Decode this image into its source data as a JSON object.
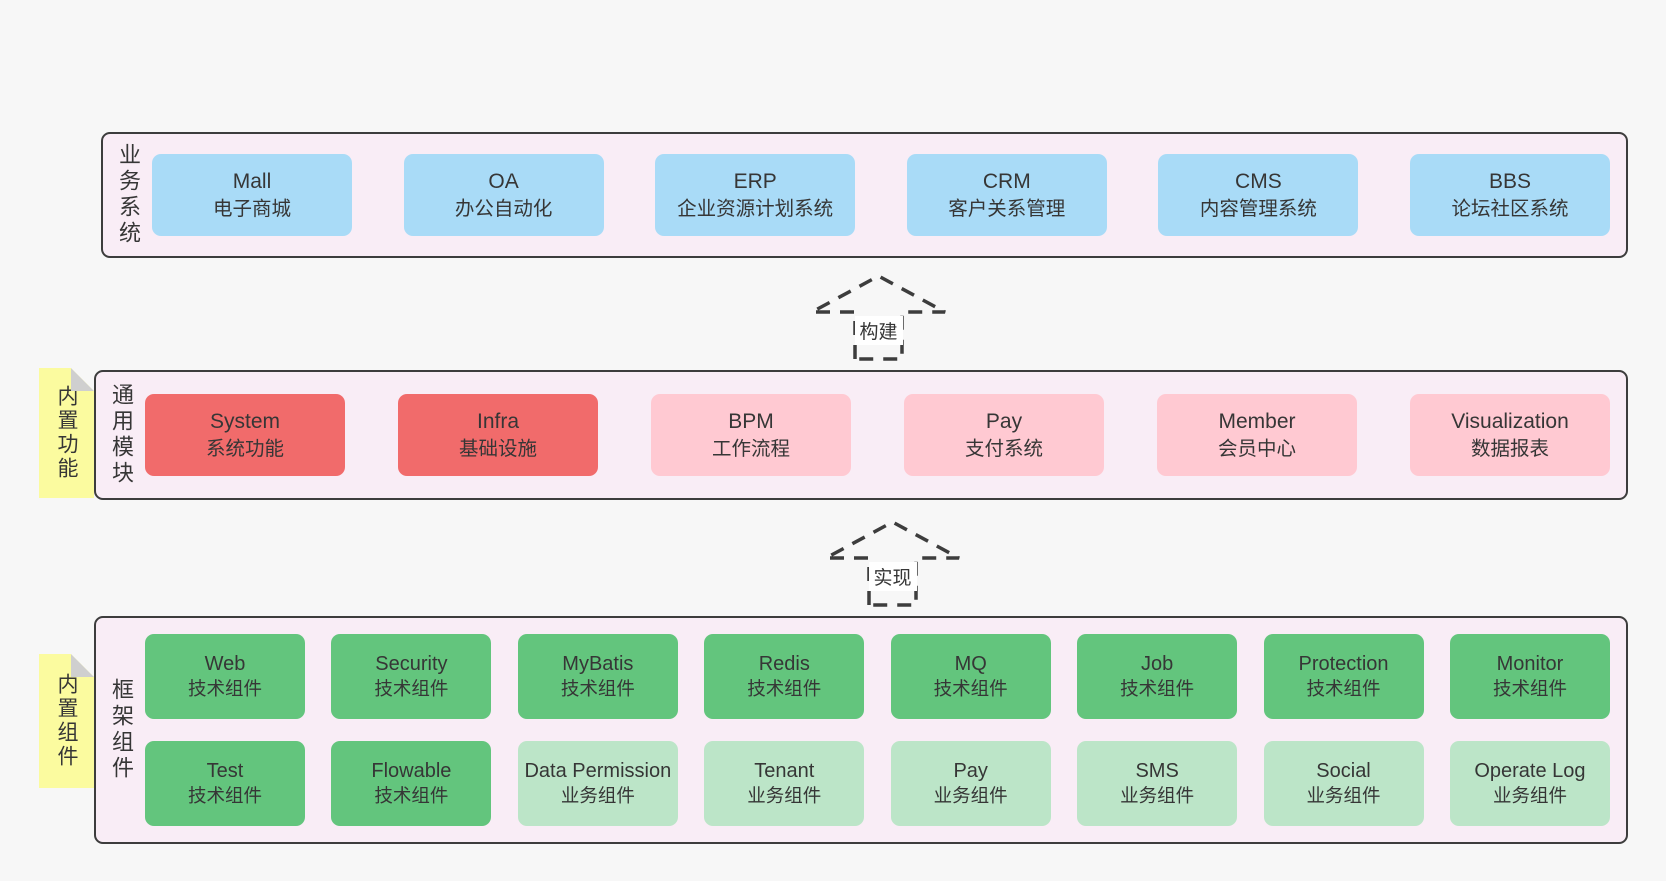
{
  "colors": {
    "page_bg": "#f7f7f7",
    "container_bg": "#f9edf6",
    "container_border": "#3d3d3d",
    "blue": "#a9dbf7",
    "red": "#f16b6b",
    "pink": "#ffc9d2",
    "green": "#63c57d",
    "light_green": "#bce5c8",
    "yellow": "#fbfb9f",
    "fold_gray": "#cfcfcf",
    "text": "#363636",
    "arrow_stroke": "#3d3d3d",
    "arrow_label_bg": "#ffffff"
  },
  "layers": [
    {
      "name": "business-systems",
      "side_label": "业务系统",
      "tab_label": null,
      "boxes": [
        {
          "title": "Mall",
          "subtitle": "电子商城",
          "variant": "blue"
        },
        {
          "title": "OA",
          "subtitle": "办公自动化",
          "variant": "blue"
        },
        {
          "title": "ERP",
          "subtitle": "企业资源计划系统",
          "variant": "blue"
        },
        {
          "title": "CRM",
          "subtitle": "客户关系管理",
          "variant": "blue"
        },
        {
          "title": "CMS",
          "subtitle": "内容管理系统",
          "variant": "blue"
        },
        {
          "title": "BBS",
          "subtitle": "论坛社区系统",
          "variant": "blue"
        }
      ]
    },
    {
      "name": "common-modules",
      "side_label": "通用模块",
      "tab_label": "内置功能",
      "boxes": [
        {
          "title": "System",
          "subtitle": "系统功能",
          "variant": "red"
        },
        {
          "title": "Infra",
          "subtitle": "基础设施",
          "variant": "red"
        },
        {
          "title": "BPM",
          "subtitle": "工作流程",
          "variant": "pink"
        },
        {
          "title": "Pay",
          "subtitle": "支付系统",
          "variant": "pink"
        },
        {
          "title": "Member",
          "subtitle": "会员中心",
          "variant": "pink"
        },
        {
          "title": "Visualization",
          "subtitle": "数据报表",
          "variant": "pink"
        }
      ]
    },
    {
      "name": "framework-components",
      "side_label": "框架组件",
      "tab_label": "内置组件",
      "boxes": [
        {
          "title": "Web",
          "subtitle": "技术组件",
          "variant": "green"
        },
        {
          "title": "Security",
          "subtitle": "技术组件",
          "variant": "green"
        },
        {
          "title": "MyBatis",
          "subtitle": "技术组件",
          "variant": "green"
        },
        {
          "title": "Redis",
          "subtitle": "技术组件",
          "variant": "green"
        },
        {
          "title": "MQ",
          "subtitle": "技术组件",
          "variant": "green"
        },
        {
          "title": "Job",
          "subtitle": "技术组件",
          "variant": "green"
        },
        {
          "title": "Protection",
          "subtitle": "技术组件",
          "variant": "green"
        },
        {
          "title": "Monitor",
          "subtitle": "技术组件",
          "variant": "green"
        },
        {
          "title": "Test",
          "subtitle": "技术组件",
          "variant": "green"
        },
        {
          "title": "Flowable",
          "subtitle": "技术组件",
          "variant": "green"
        },
        {
          "title": "Data Permission",
          "subtitle": "业务组件",
          "variant": "light_green"
        },
        {
          "title": "Tenant",
          "subtitle": "业务组件",
          "variant": "light_green"
        },
        {
          "title": "Pay",
          "subtitle": "业务组件",
          "variant": "light_green"
        },
        {
          "title": "SMS",
          "subtitle": "业务组件",
          "variant": "light_green"
        },
        {
          "title": "Social",
          "subtitle": "业务组件",
          "variant": "light_green"
        },
        {
          "title": "Operate Log",
          "subtitle": "业务组件",
          "variant": "light_green"
        }
      ]
    }
  ],
  "arrows": [
    {
      "label": "构建"
    },
    {
      "label": "实现"
    }
  ]
}
